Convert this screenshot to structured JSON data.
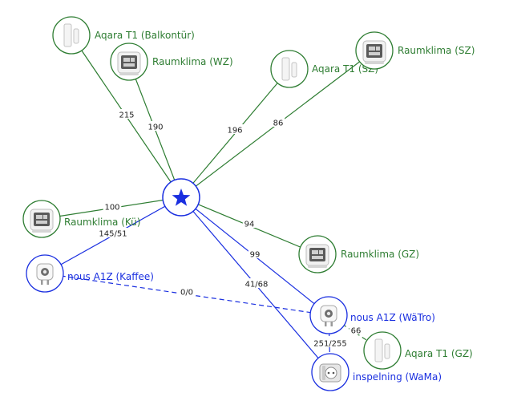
{
  "colors": {
    "green": "#2e7d32",
    "blue": "#1a2fe0",
    "node_fill": "#ffffff",
    "device_gray": "#8a8a8a",
    "device_light": "#e9e9e9"
  },
  "coordinator": {
    "icon": "star-icon"
  },
  "nodes": [
    {
      "id": "aqara-balkontur",
      "label": "Aqara T1 (Balkontür)",
      "type": "contact-sensor",
      "color": "green"
    },
    {
      "id": "raumklima-wz",
      "label": "Raumklima (WZ)",
      "type": "thermometer",
      "color": "green"
    },
    {
      "id": "aqara-sz",
      "label": "Aqara T1 (SZ)",
      "type": "contact-sensor",
      "color": "green"
    },
    {
      "id": "raumklima-sz",
      "label": "Raumklima (SZ)",
      "type": "thermometer",
      "color": "green"
    },
    {
      "id": "raumklima-ku",
      "label": "Raumklima (Kü)",
      "type": "thermometer",
      "color": "green"
    },
    {
      "id": "raumklima-gz",
      "label": "Raumklima (GZ)",
      "type": "thermometer",
      "color": "green"
    },
    {
      "id": "nous-kaffee",
      "label": "nous A1Z (Kaffee)",
      "type": "plug",
      "color": "blue"
    },
    {
      "id": "nous-watro",
      "label": "nous A1Z (WäTro)",
      "type": "plug",
      "color": "blue"
    },
    {
      "id": "aqara-gz",
      "label": "Aqara T1 (GZ)",
      "type": "contact-sensor",
      "color": "green"
    },
    {
      "id": "inspelning-wama",
      "label": "inspelning (WaMa)",
      "type": "socket",
      "color": "blue"
    }
  ],
  "edges": [
    {
      "from": "coordinator",
      "to": "aqara-balkontur",
      "label": "215",
      "style": "solid",
      "color": "green"
    },
    {
      "from": "coordinator",
      "to": "raumklima-wz",
      "label": "190",
      "style": "solid",
      "color": "green"
    },
    {
      "from": "coordinator",
      "to": "aqara-sz",
      "label": "196",
      "style": "solid",
      "color": "green"
    },
    {
      "from": "coordinator",
      "to": "raumklima-sz",
      "label": "86",
      "style": "solid",
      "color": "green"
    },
    {
      "from": "coordinator",
      "to": "raumklima-ku",
      "label": "100",
      "style": "solid",
      "color": "green"
    },
    {
      "from": "coordinator",
      "to": "raumklima-gz",
      "label": "94",
      "style": "solid",
      "color": "green"
    },
    {
      "from": "coordinator",
      "to": "nous-kaffee",
      "label": "145/51",
      "style": "solid",
      "color": "blue"
    },
    {
      "from": "coordinator",
      "to": "nous-watro",
      "label": "99",
      "style": "solid",
      "color": "blue"
    },
    {
      "from": "coordinator",
      "to": "inspelning-wama",
      "label": "41/68",
      "style": "solid",
      "color": "blue"
    },
    {
      "from": "nous-kaffee",
      "to": "nous-watro",
      "label": "0/0",
      "style": "dashed",
      "color": "blue"
    },
    {
      "from": "nous-watro",
      "to": "aqara-gz",
      "label": "66",
      "style": "dashed",
      "color": "green"
    },
    {
      "from": "nous-watro",
      "to": "inspelning-wama",
      "label": "251/255",
      "style": "dashed",
      "color": "blue"
    }
  ]
}
